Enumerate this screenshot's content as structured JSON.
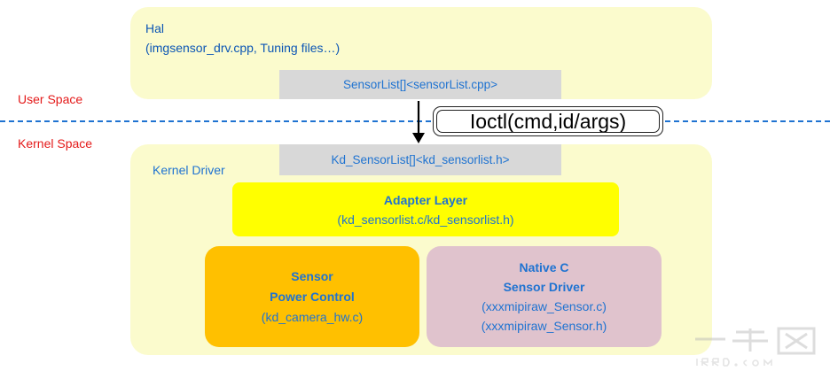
{
  "hal": {
    "title": "Hal",
    "subtitle": "(imgsensor_drv.cpp, Tuning files…)",
    "sensorlist": "SensorList[]<sensorList.cpp>"
  },
  "spaces": {
    "user": "User Space",
    "kernel": "Kernel Space"
  },
  "ioctl": "Ioctl(cmd,id/args)",
  "kernel": {
    "title": "Kernel Driver",
    "kd_sensorlist": "Kd_SensorList[]<kd_sensorlist.h>",
    "adapter": {
      "title": "Adapter Layer",
      "files": "(kd_sensorlist.c/kd_sensorlist.h)"
    },
    "power": {
      "line1": "Sensor",
      "line2": "Power Control",
      "file": "(kd_camera_hw.c)"
    },
    "driver": {
      "line1": "Native C",
      "line2": "Sensor Driver",
      "file1": "(xxxmipiraw_Sensor.c)",
      "file2": "(xxxmipiraw_Sensor.h)"
    }
  },
  "colors": {
    "panel": "#fbfbcd",
    "gray": "#d8d8d8",
    "adapter": "#ffff00",
    "power": "#ffc000",
    "driver": "#e0c3cd",
    "blue_text": "#1f73d1",
    "red_text": "#e41a1a"
  },
  "icons": {
    "arrow": "arrow-down-icon",
    "watermark": "site-watermark-logo"
  }
}
